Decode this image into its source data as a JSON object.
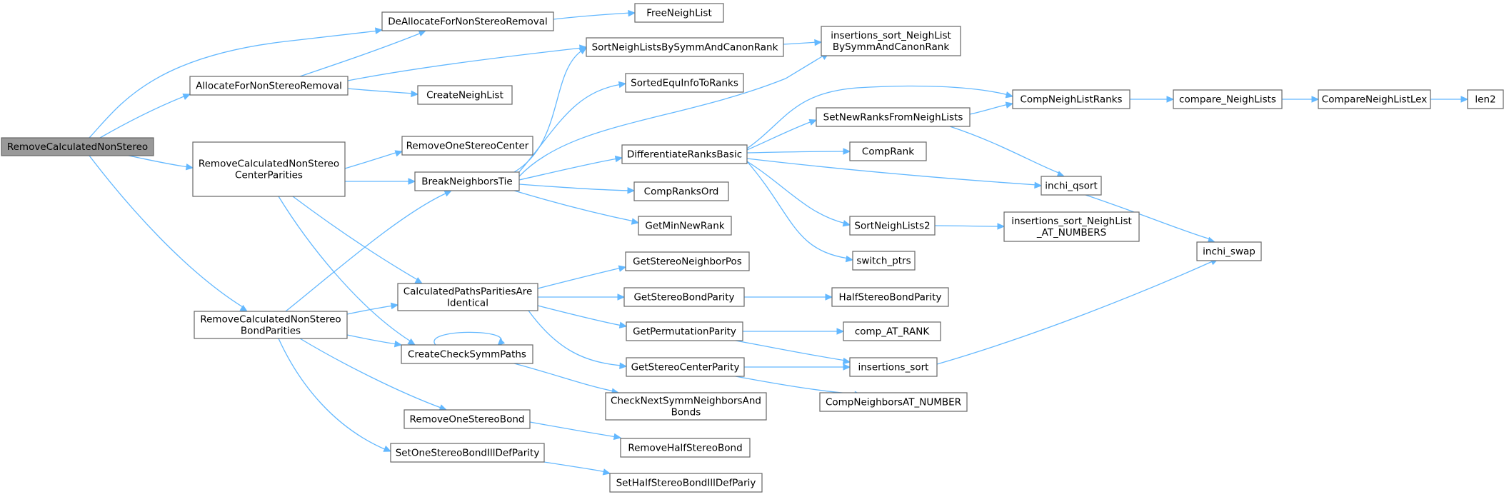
{
  "colors": {
    "edge": "#63b8ff",
    "node_border": "#666666",
    "node_fill": "#ffffff",
    "root_fill": "#999999"
  },
  "nodes": {
    "root": "RemoveCalculatedNonStereo",
    "dealloc": "DeAllocateForNonStereoRemoval",
    "freeneigh": "FreeNeighList",
    "alloc": "AllocateForNonStereoRemoval",
    "createneigh": "CreateNeighList",
    "sortneighsymm": "SortNeighListsBySymmAndCanonRank",
    "inssortsymm": [
      "insertions_sort_NeighList",
      "BySymmAndCanonRank"
    ],
    "sortedequ": "SortedEquInfoToRanks",
    "rcncp": [
      "RemoveCalculatedNonStereo",
      "CenterParities"
    ],
    "removeonecenter": "RemoveOneStereoCenter",
    "breaktie": "BreakNeighborsTie",
    "diffranks": "DifferentiateRanksBasic",
    "setnewranks": "SetNewRanksFromNeighLists",
    "compneighranks": "CompNeighListRanks",
    "compareneigh": "compare_NeighLists",
    "comparelex": "CompareNeighListLex",
    "len2": "len2",
    "comprank": "CompRank",
    "qsort": "inchi_qsort",
    "compranksord": "CompRanksOrd",
    "sortneigh2": "SortNeighLists2",
    "inssortnum": [
      "insertions_sort_NeighList",
      "_AT_NUMBERS"
    ],
    "getminnew": "GetMinNewRank",
    "switchptrs": "switch_ptrs",
    "swap": "inchi_swap",
    "calcpaths": [
      "CalculatedPathsParitiesAre",
      "Identical"
    ],
    "getneighpos": "GetStereoNeighborPos",
    "getbondpar": "GetStereoBondParity",
    "halfbondpar": "HalfStereoBondParity",
    "rcnbp": [
      "RemoveCalculatedNonStereo",
      "BondParities"
    ],
    "getpermpar": "GetPermutationParity",
    "compatrank": "comp_AT_RANK",
    "createsymm": "CreateCheckSymmPaths",
    "getcenterpar": "GetStereoCenterParity",
    "inssort": "insertions_sort",
    "checknext": [
      "CheckNextSymmNeighborsAnd",
      "Bonds"
    ],
    "compneighat": "CompNeighborsAT_NUMBER",
    "removeonebond": "RemoveOneStereoBond",
    "removehalf": "RemoveHalfStereoBond",
    "setonebond": "SetOneStereoBondIllDefParity",
    "sethalf": "SetHalfStereoBondIllDefPariy"
  }
}
